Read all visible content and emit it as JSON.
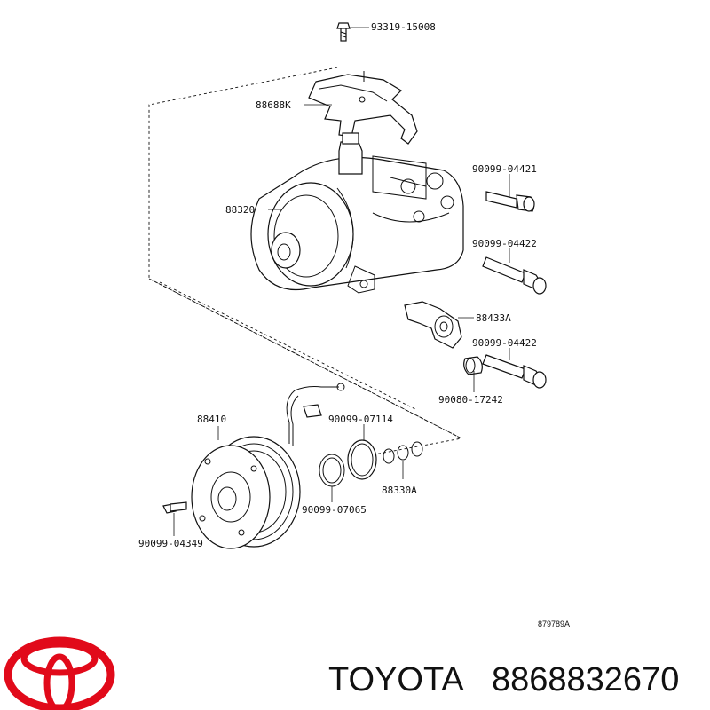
{
  "parts": [
    {
      "id": "p1",
      "number": "93319-15008"
    },
    {
      "id": "p2",
      "number": "88688K"
    },
    {
      "id": "p3",
      "number": "90099-04421"
    },
    {
      "id": "p4",
      "number": "88320"
    },
    {
      "id": "p5",
      "number": "90099-04422"
    },
    {
      "id": "p6",
      "number": "88433A"
    },
    {
      "id": "p7",
      "number": "90099-04422"
    },
    {
      "id": "p8",
      "number": "90080-17242"
    },
    {
      "id": "p9",
      "number": "88410"
    },
    {
      "id": "p10",
      "number": "90099-07114"
    },
    {
      "id": "p11",
      "number": "88330A"
    },
    {
      "id": "p12",
      "number": "90099-07065"
    },
    {
      "id": "p13",
      "number": "90099-04349"
    }
  ],
  "diagram_code": "879789A",
  "brand": {
    "name": "TOYOTA",
    "part_number": "8868832670",
    "logo_color": "#e10a1a"
  }
}
